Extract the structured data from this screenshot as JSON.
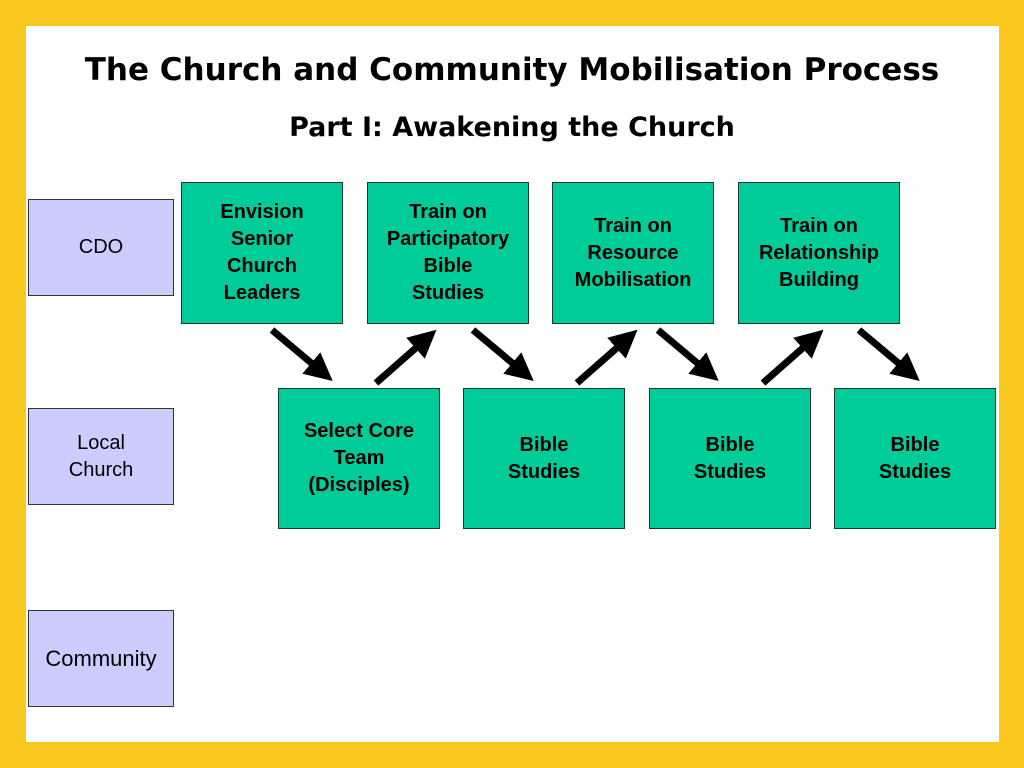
{
  "title": "The Church and Community Mobilisation Process",
  "subtitle": "Part I: Awakening the Church",
  "lanes": [
    "CDO",
    "Local\nChurch",
    "Community"
  ],
  "top_steps": [
    "Envision\nSenior\nChurch\nLeaders",
    "Train on\nParticipatory\nBible\nStudies",
    "Train on\nResource\nMobilisation",
    "Train on\nRelationship\nBuilding"
  ],
  "bottom_steps": [
    "Select Core\nTeam\n(Disciples)",
    "Bible\nStudies",
    "Bible\nStudies",
    "Bible\nStudies"
  ],
  "colors": {
    "frame": "#F9C81E",
    "step": "#00CC99",
    "lane": "#CCCCFF"
  }
}
